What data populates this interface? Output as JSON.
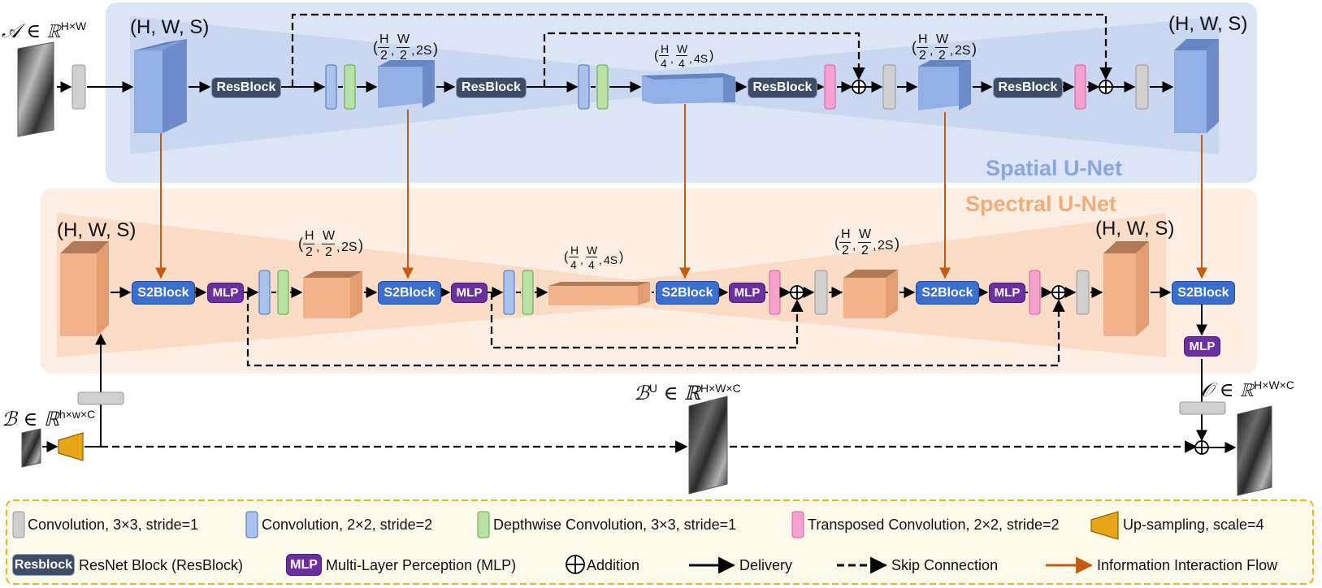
{
  "sections": {
    "spatial_title": "Spatial U-Net",
    "spectral_title": "Spectral U-Net"
  },
  "blocks": {
    "resblock": "ResBlock",
    "s2block": "S2Block",
    "mlp": "MLP"
  },
  "dims": {
    "full": "(H, W, S)",
    "half_s": "2S",
    "quarter_s": "4S",
    "h": "H",
    "w": "W",
    "den2": "2",
    "den4": "4"
  },
  "math": {
    "input_a": "𝒜 ∈ ℝ",
    "input_a_sup": "H×W",
    "input_b": "ℬ ∈ ℝ",
    "input_b_sup": "h×w×C",
    "upsampled": "ℬ",
    "upsampled_sup1": "U",
    "upsampled_mid": " ∈ ℝ",
    "upsampled_sup2": "H×W×C",
    "output": "𝒪 ∈ ℝ",
    "output_sup": "H×W×C"
  },
  "legend": {
    "conv3": "Convolution, 3×3,  stride=1",
    "conv2": "Convolution, 2×2,  stride=2",
    "dwconv": "Depthwise Convolution, 3×3, stride=1",
    "tconv": "Transposed Convolution, 2×2,  stride=2",
    "upsample": "Up-sampling, scale=4",
    "resblock_tag": "Resblock",
    "resblock": "ResNet Block (ResBlock)",
    "mlp_tag": "MLP",
    "mlp": "Multi-Layer Perception (MLP)",
    "addition": "Addition",
    "delivery": "Delivery",
    "skip": "Skip Connection",
    "interaction": "Information Interaction Flow"
  },
  "colors": {
    "spatial_bg": "#dce5f5",
    "spectral_bg": "#fdeee4",
    "spatial_cube": "#8eaadf",
    "spectral_cube": "#f3b388",
    "conv3": "#cfcfcf",
    "conv2": "#a9c3ee",
    "dwconv": "#b9e0a5",
    "tconv": "#f7a1cf",
    "upsample": "#e8a516",
    "interaction": "#c55a11",
    "legend_border": "#f0b323"
  }
}
